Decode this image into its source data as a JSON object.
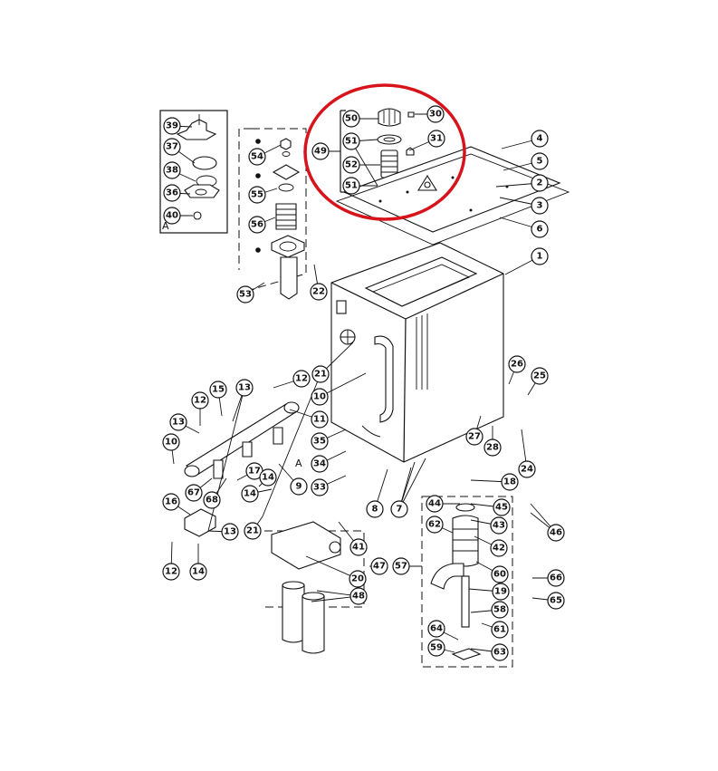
{
  "diagram": {
    "highlight_color": "#d7141c",
    "line_color": "#111111",
    "callouts": [
      "1",
      "2",
      "3",
      "4",
      "5",
      "6",
      "7",
      "8",
      "9",
      "10",
      "11",
      "12",
      "13",
      "14",
      "15",
      "16",
      "17",
      "18",
      "19",
      "20",
      "21",
      "22",
      "24",
      "25",
      "26",
      "27",
      "28",
      "30",
      "31",
      "33",
      "34",
      "35",
      "36",
      "37",
      "38",
      "39",
      "40",
      "41",
      "42",
      "43",
      "44",
      "45",
      "46",
      "47",
      "48",
      "49",
      "50",
      "51",
      "52",
      "53",
      "54",
      "55",
      "56",
      "57",
      "58",
      "59",
      "60",
      "61",
      "62",
      "63",
      "64",
      "65",
      "66",
      "67",
      "68"
    ],
    "view_letters": [
      "A",
      "A"
    ]
  }
}
